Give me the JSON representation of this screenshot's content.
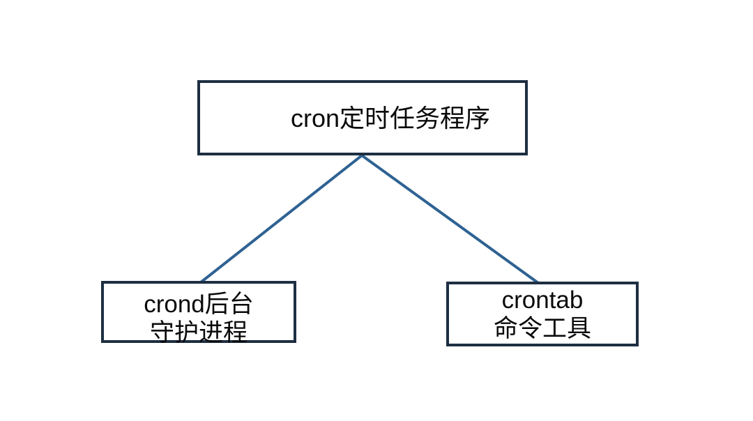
{
  "diagram": {
    "root": {
      "label": "cron定时任务程序"
    },
    "children": [
      {
        "line1": "crond后台",
        "line2": "守护进程"
      },
      {
        "line1": "crontab",
        "line2": "命令工具"
      }
    ],
    "colors": {
      "box_border": "#1e2f42",
      "connector": "#2e6293",
      "text": "#0a0a0a",
      "background": "#ffffff"
    }
  }
}
